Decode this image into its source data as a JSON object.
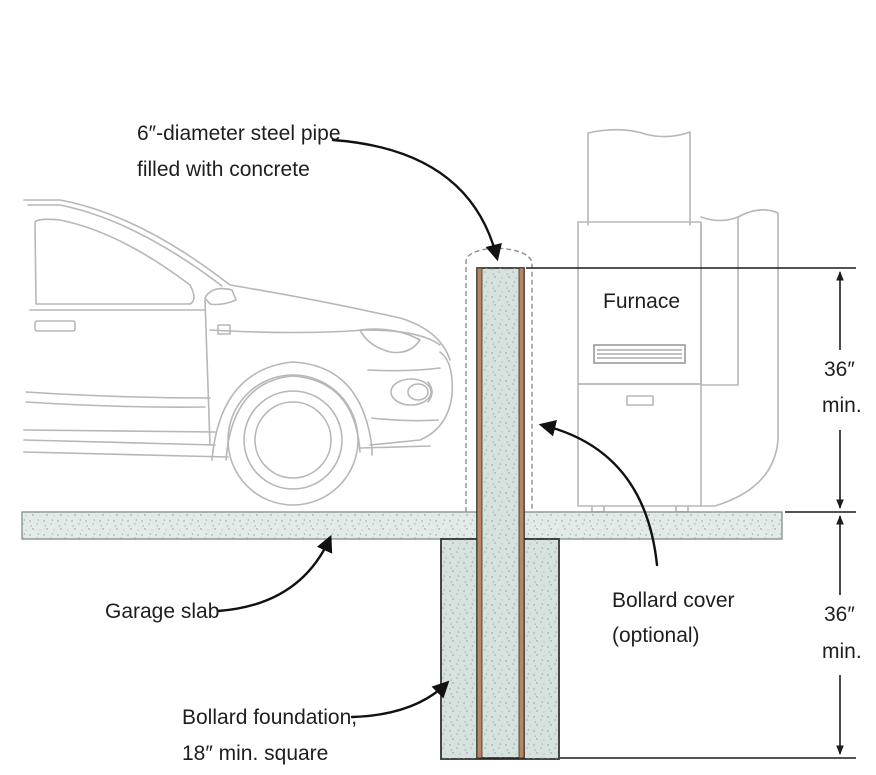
{
  "labels": {
    "pipe_line1": "6″-diameter steel pipe",
    "pipe_line2": "filled with concrete",
    "furnace": "Furnace",
    "garage_slab": "Garage  slab",
    "cover_line1": "Bollard cover",
    "cover_line2": "(optional)",
    "foundation_line1": "Bollard foundation,",
    "foundation_line2": "18″ min. square",
    "dim_upper_value": "36″",
    "dim_upper_unit": "min.",
    "dim_lower_value": "36″",
    "dim_lower_unit": "min."
  },
  "colors": {
    "slab_fill": "#e3ebe8",
    "slab_stroke": "#8a9591",
    "concrete_fill": "#d6e2dd",
    "pipe_edge": "#9a6a4a",
    "outline": "#b7b7b7",
    "text": "#1e1e1e"
  }
}
